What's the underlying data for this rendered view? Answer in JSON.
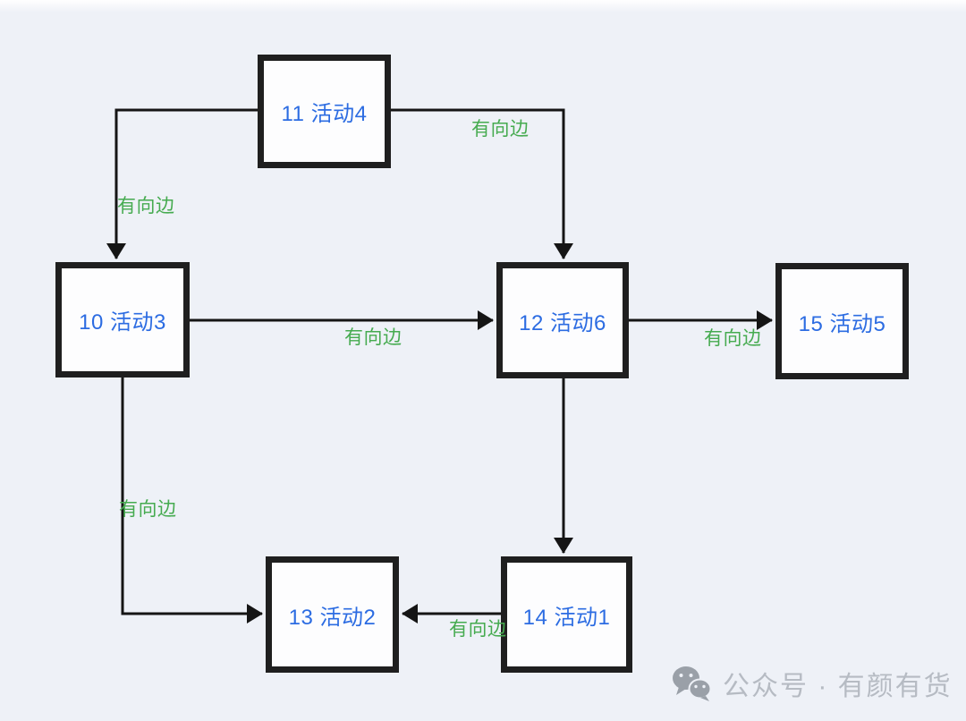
{
  "diagram": {
    "nodes": [
      {
        "id": "11",
        "label": "11 活动4"
      },
      {
        "id": "10",
        "label": "10 活动3"
      },
      {
        "id": "12",
        "label": "12 活动6"
      },
      {
        "id": "15",
        "label": "15 活动5"
      },
      {
        "id": "13",
        "label": "13 活动2"
      },
      {
        "id": "14",
        "label": "14 活动1"
      }
    ],
    "edges": [
      {
        "from": "11",
        "to": "10",
        "label": "有向边"
      },
      {
        "from": "11",
        "to": "12",
        "label": "有向边"
      },
      {
        "from": "10",
        "to": "12",
        "label": "有向边"
      },
      {
        "from": "12",
        "to": "15",
        "label": "有向边"
      },
      {
        "from": "10",
        "to": "13",
        "label": "有向边"
      },
      {
        "from": "12",
        "to": "14",
        "label": ""
      },
      {
        "from": "14",
        "to": "13",
        "label": "有向边"
      }
    ],
    "colors": {
      "background": "#eef1f7",
      "node_border": "#1f1f1f",
      "node_fill": "#fdfdfe",
      "node_text": "#2c6ce2",
      "edge_line": "#151515",
      "edge_label": "#46ab50",
      "watermark": "#b6bbc3"
    }
  },
  "watermark": {
    "icon": "wechat-icon",
    "text": "公众号 · 有颜有货"
  }
}
